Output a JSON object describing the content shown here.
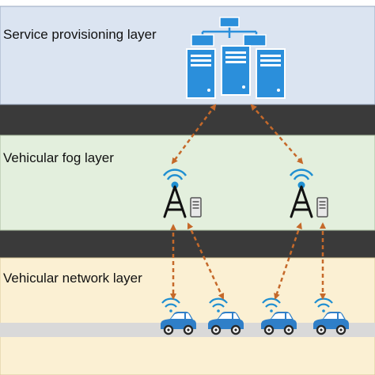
{
  "layers": [
    {
      "id": "service",
      "label": "Service provisioning layer"
    },
    {
      "id": "fog",
      "label": "Vehicular fog layer"
    },
    {
      "id": "network",
      "label": "Vehicular network layer"
    }
  ],
  "icons": {
    "server": "server-cluster-icon",
    "tower": "antenna-tower-icon",
    "fog_node": "fog-server-icon",
    "car": "connected-car-icon"
  },
  "colors": {
    "service_bg": "#dbe4f1",
    "fog_bg": "#e3efdd",
    "network_bg": "#fbf0d3",
    "road": "#3a3a3a",
    "lane": "#d9d9d9",
    "arrow": "#c5692a",
    "icon_blue": "#1f8fd1",
    "server_blue": "#2b8fdb"
  }
}
